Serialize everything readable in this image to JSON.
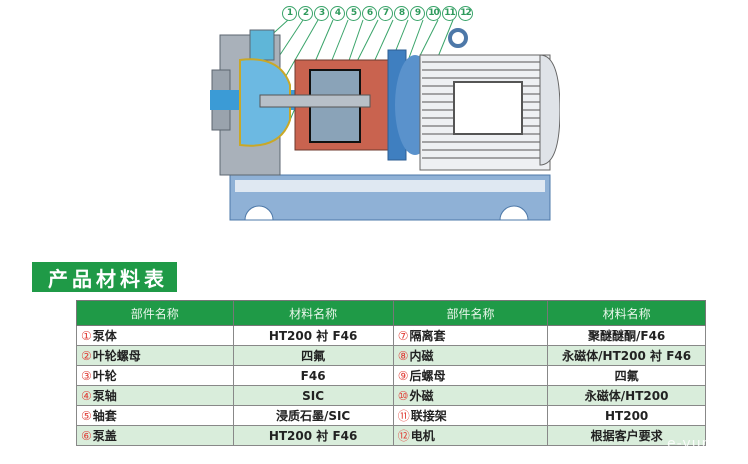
{
  "diagram": {
    "callouts": [
      "1",
      "2",
      "3",
      "4",
      "5",
      "6",
      "7",
      "8",
      "9",
      "10",
      "11",
      "12"
    ],
    "colors": {
      "callout_green": "#3aa46a",
      "pump_body": "#9aa3ad",
      "fluid_blue": "#3b9bd6",
      "magnet_red": "#c9634f",
      "motor_blue": "#4d86c4",
      "base_blue": "#7fa5cf"
    }
  },
  "section_title": "产品材料表",
  "table": {
    "headers": [
      "部件名称",
      "材料名称",
      "部件名称",
      "材料名称"
    ],
    "rows": [
      {
        "n1": "①",
        "part1": "泵体",
        "mat1": "HT200 衬 F46",
        "n2": "⑦",
        "part2": "隔离套",
        "mat2": "聚醚醚酮/F46"
      },
      {
        "n1": "②",
        "part1": "叶轮螺母",
        "mat1": "四氟",
        "n2": "⑧",
        "part2": "内磁",
        "mat2": "永磁体/HT200 衬 F46"
      },
      {
        "n1": "③",
        "part1": "叶轮",
        "mat1": "F46",
        "n2": "⑨",
        "part2": "后螺母",
        "mat2": "四氟"
      },
      {
        "n1": "④",
        "part1": "泵轴",
        "mat1": "SIC",
        "n2": "⑩",
        "part2": "外磁",
        "mat2": "永磁体/HT200"
      },
      {
        "n1": "⑤",
        "part1": "轴套",
        "mat1": "浸质石墨/SIC",
        "n2": "⑪",
        "part2": "联接架",
        "mat2": "HT200"
      },
      {
        "n1": "⑥",
        "part1": "泵盖",
        "mat1": "HT200 衬 F46",
        "n2": "⑫",
        "part2": "电机",
        "mat2": "根据客户要求"
      }
    ]
  },
  "watermark": "e-yun",
  "colors": {
    "header_green": "#1f9a47",
    "row_alt": "#d9eddb",
    "number_red": "#e0413a"
  }
}
